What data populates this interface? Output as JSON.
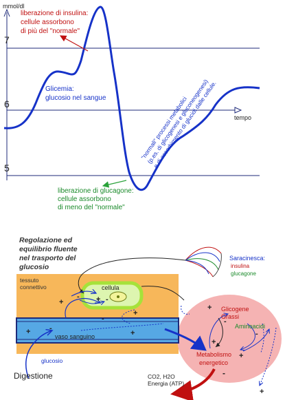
{
  "chart": {
    "y_unit": "mmol/dl",
    "y_ticks": [
      "7",
      "6",
      "5"
    ],
    "x_label": "tempo",
    "curve_label": [
      "Glicemia:",
      "glucosio nel sangue"
    ],
    "insulin_note": [
      "liberazione di insulina:",
      "cellule assorbono",
      "di più del \"normale\""
    ],
    "glucagon_note": [
      "liberazione di glucagone:",
      "cellule assorbono",
      "di meno del \"normale\""
    ],
    "normal_note": [
      "\"normali\" processi metabolici",
      "(p.es. di glicogenesi e gluconeogenesi)",
      "e di assorbimento di glucidi dalle cellule."
    ]
  },
  "diagram": {
    "title": [
      "Regolazione ed",
      "equilibrio fluente",
      "nel trasporto del",
      "glucosio"
    ],
    "tissue_label": [
      "tessuto",
      "connettivo"
    ],
    "cell_label": "cellula",
    "vessel_label": "vaso sanguino",
    "glucose_label": "glucosio",
    "digestion_label": "Digestione",
    "valve_title": "Saracinesca:",
    "valve_insulin": "insulina",
    "valve_glucagon": "glucagone",
    "glycogen_label": [
      "Glicogene",
      "Grassi"
    ],
    "amino_label": "Aminoacidi",
    "metabolism_label": [
      "Metabolismo",
      "energetico"
    ],
    "output_label": [
      "CO2, H2O",
      "Energia (ATP)"
    ],
    "plus": "+",
    "minus": "-"
  },
  "colors": {
    "axis": "#1e2a7a",
    "curve": "#1632c8",
    "insulin": "#c01010",
    "glucagon": "#1a8a2a",
    "tissue": "#f7b75a",
    "vessel": "#56a8e4",
    "cell": "#a6e23a",
    "liver": "#f5b3b3"
  }
}
